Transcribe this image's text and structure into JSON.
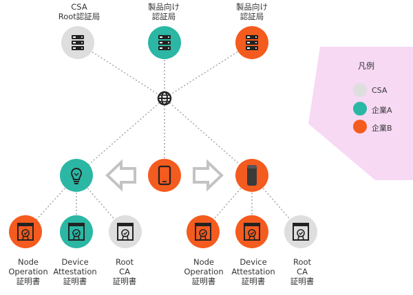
{
  "colors": {
    "csa": "#dedede",
    "company_a": "#2bb7a4",
    "company_b": "#f45b1e",
    "legend_bg": "#f7d9f4",
    "connector": "#a9a9a9",
    "arrow": "#c3c3c3",
    "icon_dark": "#222222"
  },
  "top_nodes": [
    {
      "id": "csa_root_ca",
      "line1": "CSA",
      "line2": "Root認証局",
      "color_key": "csa",
      "icon": "server-icon"
    },
    {
      "id": "product_ca_a",
      "line1": "製品向け",
      "line2": "認証局",
      "color_key": "company_a",
      "icon": "server-icon"
    },
    {
      "id": "product_ca_b",
      "line1": "製品向け",
      "line2": "認証局",
      "color_key": "company_b",
      "icon": "server-icon"
    }
  ],
  "hub": {
    "icon": "globe-icon"
  },
  "middle_nodes": [
    {
      "id": "bulb_device",
      "color_key": "company_a",
      "icon": "lightbulb-icon"
    },
    {
      "id": "phone",
      "color_key": "company_b",
      "icon": "smartphone-icon"
    },
    {
      "id": "speaker_device",
      "color_key": "company_b",
      "icon": "smart-speaker-icon"
    }
  ],
  "certificates": [
    {
      "group": "left",
      "color_key": "company_b",
      "lines": [
        "Node",
        "Operation",
        "証明書"
      ]
    },
    {
      "group": "left",
      "color_key": "company_a",
      "lines": [
        "Device",
        "Attestation",
        "証明書"
      ]
    },
    {
      "group": "left",
      "color_key": "csa",
      "lines": [
        "Root",
        "CA",
        "証明書"
      ]
    },
    {
      "group": "right",
      "color_key": "company_b",
      "lines": [
        "Node",
        "Operation",
        "証明書"
      ]
    },
    {
      "group": "right",
      "color_key": "company_b",
      "lines": [
        "Device",
        "Attestation",
        "証明書"
      ]
    },
    {
      "group": "right",
      "color_key": "csa",
      "lines": [
        "Root",
        "CA",
        "証明書"
      ]
    }
  ],
  "legend": {
    "title": "凡例",
    "items": [
      {
        "label": "CSA",
        "color_key": "csa"
      },
      {
        "label": "企業A",
        "color_key": "company_a"
      },
      {
        "label": "企業B",
        "color_key": "company_b"
      }
    ]
  }
}
